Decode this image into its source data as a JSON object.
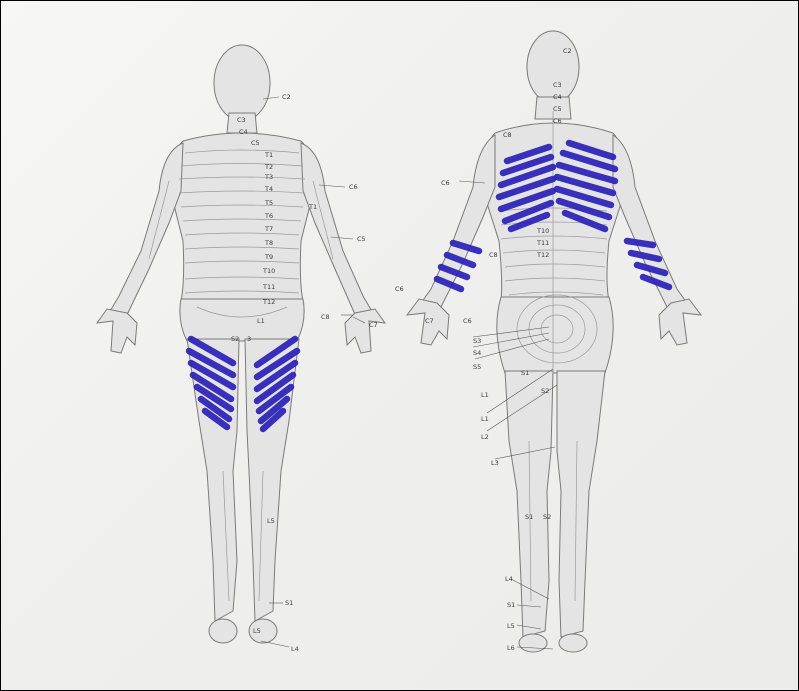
{
  "colors": {
    "paper": "#efefed",
    "figure": "#e4e4e4",
    "outline": "#7a7a7a",
    "marker": "#2b21b8"
  },
  "front_labels": {
    "c2": "C2",
    "c3": "C3",
    "c4": "C4",
    "c5": "C5",
    "t1": "T1",
    "t2": "T2",
    "t3": "T3",
    "t4": "T4",
    "t5": "T5",
    "t6": "T6",
    "t7": "T7",
    "t8": "T8",
    "t9": "T9",
    "t10": "T10",
    "t11": "T11",
    "t12": "T12",
    "l1": "L1",
    "s2": "S2",
    "s3": "3",
    "c6_arm": "C6",
    "t1_arm": "T1",
    "c5_arm": "C5",
    "c8_hand": "C8",
    "c7_hand": "C7",
    "c6_hand": "C6",
    "l5_leg": "L5",
    "s1_foot": "S1",
    "l5_foot": "L5",
    "l4_foot": "L4"
  },
  "back_labels": {
    "c2": "C2",
    "c3": "C3",
    "c4": "C4",
    "c5": "C5",
    "c6": "C6",
    "c8_left": "C8",
    "c6_left": "C6",
    "c8_arm": "C8",
    "t10": "T10",
    "t11": "T11",
    "t12": "T12",
    "c7_hand": "C7",
    "c6_hand": "C6",
    "s3": "S3",
    "s4": "S4",
    "s5": "S5",
    "l1": "L1",
    "s1": "S1",
    "s2": "S2",
    "l1_thigh": "L1",
    "l2_thigh": "L2",
    "l3_thigh": "L3",
    "s1_calf": "S1",
    "s2_calf": "S2",
    "l4_foot": "L4",
    "s1_foot": "S1",
    "l5_foot": "L5",
    "l6_foot": "L6"
  },
  "highlighted_regions": [
    "front-right-thigh",
    "front-left-thigh",
    "back-upper-left",
    "back-upper-right",
    "left-forearm-back",
    "right-forearm-back"
  ]
}
